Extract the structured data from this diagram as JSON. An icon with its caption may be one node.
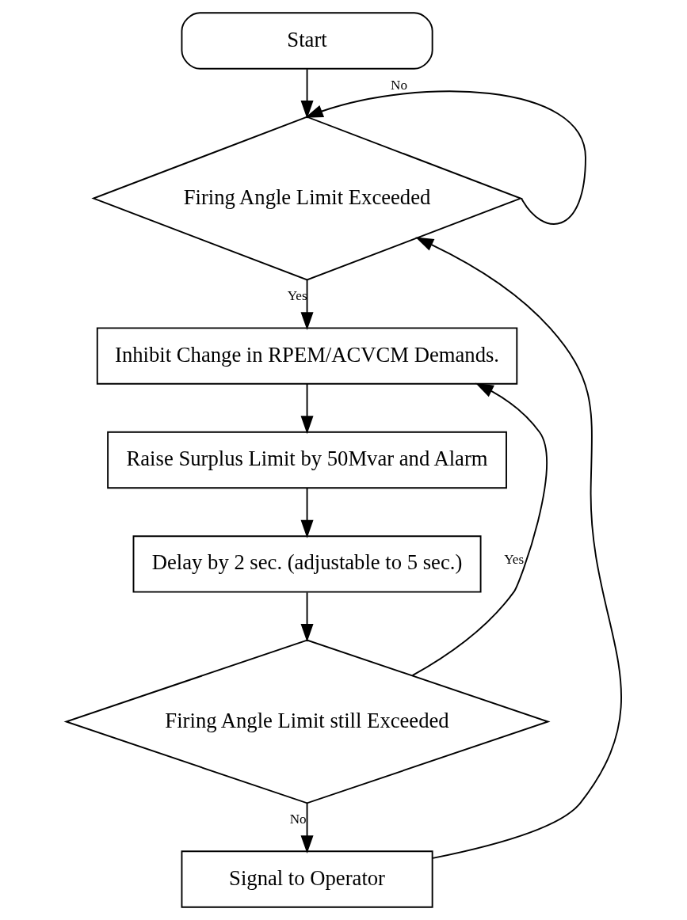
{
  "diagram": {
    "nodes": [
      {
        "text": [
          "Start"
        ]
      },
      {
        "text": [
          "Firing Angle Limit Exceeded"
        ]
      },
      {
        "text": [
          "Inhibit Change in RPEM/ACVCM Demands."
        ]
      },
      {
        "text": [
          "Raise Surplus Limit by 50Mvar and Alarm"
        ]
      },
      {
        "text": [
          "Delay by 2 sec. (adjustable to 5 sec.)"
        ]
      },
      {
        "text": [
          "Firing Angle Limit still Exceeded"
        ]
      },
      {
        "text": [
          "Signal to Operator"
        ]
      }
    ],
    "edges": [
      {
        "from": 0,
        "to": 1,
        "arrow": "to"
      },
      {
        "from": 1,
        "to": 2,
        "label": "Yes",
        "arrow": "to"
      },
      {
        "from": 1,
        "to": 1,
        "label": "No",
        "arrow": "to"
      },
      {
        "from": 2,
        "to": 3,
        "arrow": "to"
      },
      {
        "from": 3,
        "to": 4,
        "arrow": "to"
      },
      {
        "from": 4,
        "to": 5,
        "arrow": "to"
      },
      {
        "from": 5,
        "to": 2,
        "label": "Yes",
        "arrow": "to"
      },
      {
        "from": 5,
        "to": 6,
        "label": "No",
        "arrow": "to"
      },
      {
        "from": 6,
        "to": 1,
        "arrow": "to"
      }
    ]
  }
}
